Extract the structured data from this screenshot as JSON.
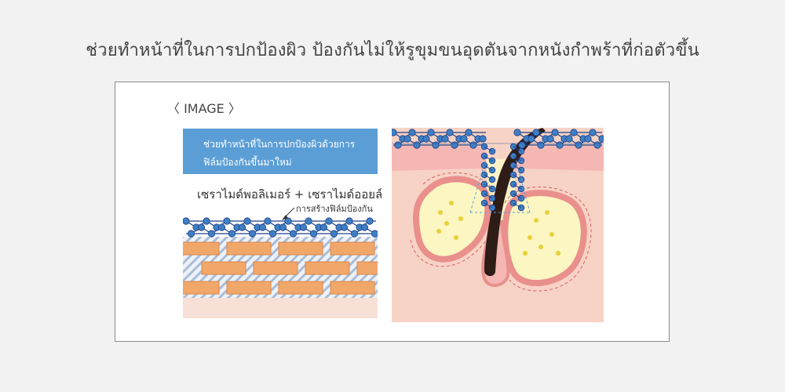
{
  "headline": "ช่วยทำหน้าที่ในการปกป้องผิว ป้องกันไม่ให้รูขุมขนอุดตันจากหนังกำพร้าที่ก่อตัวขึ้น",
  "image_tag": "〈 IMAGE 〉",
  "left_panel": {
    "box_line1": "ช่วยทำหน้าที่ในการปกป้องผิวด้วยการ",
    "box_line2": "ฟิล์มป้องกันขึ้นมาใหม่",
    "ingredients": "เซราไมด์พอลิเมอร์ + เซราไมด์ออยล์",
    "annotation": "การสร้างฟิล์มป้องกัน"
  },
  "colors": {
    "page_bg": "#f2f2f2",
    "header_box": "#5b9ed6",
    "film_node": "#3f7fc4",
    "film_line": "#1e3f86",
    "brick": "#f2a76a",
    "hatch": "#a9bdd8",
    "skin_pink": "#f7d3c6",
    "skin_top": "#f5b7b4",
    "sebum": "#fbf6c2",
    "sebum_dot": "#e9cf3a",
    "hair": "#2e1c16"
  }
}
